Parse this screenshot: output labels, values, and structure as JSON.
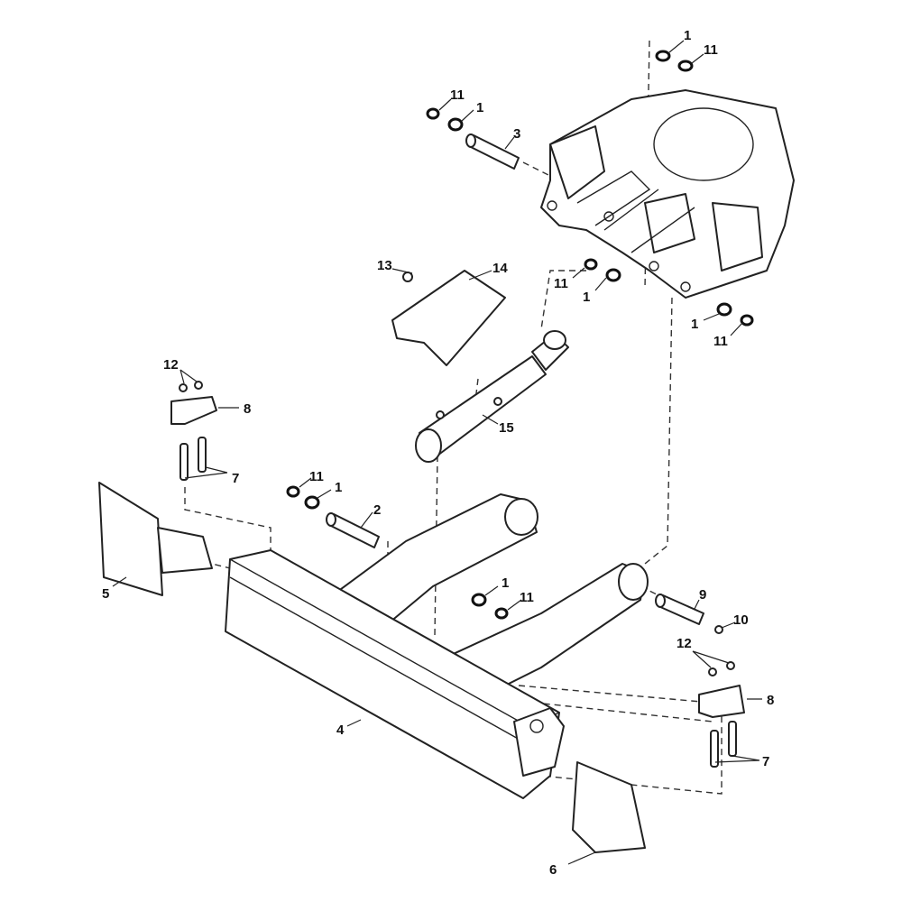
{
  "diagram": {
    "title": "Dozer blade assembly exploded view",
    "callouts": {
      "c1a": "1",
      "c11a": "11",
      "c11b": "11",
      "c1b": "1",
      "c3": "3",
      "c13": "13",
      "c14": "14",
      "c11c": "11",
      "c1c": "1",
      "c1d": "1",
      "c11d": "11",
      "c12a": "12",
      "c8a": "8",
      "c15": "15",
      "c7a": "7",
      "c11e": "11",
      "c1e": "1",
      "c2": "2",
      "c5": "5",
      "c1f": "1",
      "c11f": "11",
      "c9": "9",
      "c10": "10",
      "c12b": "12",
      "c8b": "8",
      "c4": "4",
      "c7b": "7",
      "c6": "6"
    }
  }
}
